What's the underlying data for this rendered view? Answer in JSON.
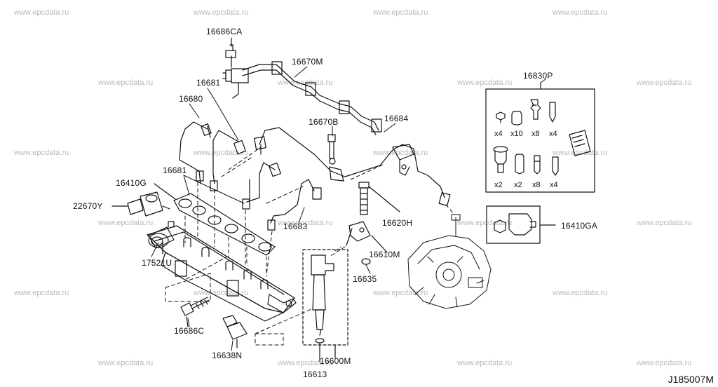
{
  "watermark": "www.epcdata.ru",
  "diagram_id": "J185007M",
  "parts": {
    "p16686CA": "16686CA",
    "p16670M": "16670M",
    "p16681a": "16681",
    "p16680": "16680",
    "p16670B": "16670B",
    "p16684": "16684",
    "p16830P": "16830P",
    "p16681b": "16681",
    "p16410G": "16410G",
    "p22670Y": "22670Y",
    "p16683": "16683",
    "p16620H": "16620H",
    "p16410GA": "16410GA",
    "p16610M": "16610M",
    "p17521U": "17521U",
    "p16635": "16635",
    "p16686C": "16686C",
    "p16638N": "16638N",
    "p16600M": "16600M",
    "p16613": "16613"
  },
  "kit_quantities": {
    "row1": [
      "x4",
      "x10",
      "x8",
      "x4"
    ],
    "row2": [
      "x2",
      "x2",
      "x8",
      "x4"
    ]
  }
}
